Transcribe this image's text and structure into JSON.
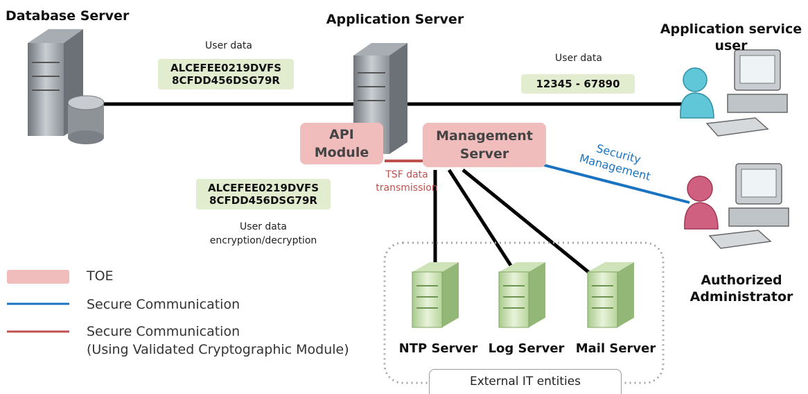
{
  "nodes": {
    "database_server": "Database Server",
    "application_server": "Application Server",
    "application_user_line1": "Application service",
    "application_user_line2": "user",
    "authorized_admin_line1": "Authorized",
    "authorized_admin_line2": "Administrator",
    "api_module_line1": "API",
    "api_module_line2": "Module",
    "management_server_line1": "Management",
    "management_server_line2": "Server",
    "ntp_server": "NTP Server",
    "log_server": "Log Server",
    "mail_server": "Mail Server",
    "external_entities": "External IT entities"
  },
  "edges": {
    "db_user_data_label": "User data",
    "db_user_data_line1": "ALCEFEE0219DVFS",
    "db_user_data_line2": "8CFDD456DSG79R",
    "app_user_data_label": "User data",
    "app_user_data_value": "12345 - 67890",
    "encrypted_line1": "ALCEFEE0219DVFS",
    "encrypted_line2": "8CFDD456DSG79R",
    "encrypt_caption_line1": "User data",
    "encrypt_caption_line2": "encryption/decryption",
    "tsf_line1": "TSF data",
    "tsf_line2": "transmission",
    "security_mgmt_line1": "Security",
    "security_mgmt_line2": "Management"
  },
  "legend": {
    "toe": "TOE",
    "secure": "Secure Communication",
    "secure_validated_line1": "Secure Communication",
    "secure_validated_line2": "(Using Validated Cryptographic Module)"
  },
  "colors": {
    "toe": "#f0bcbc",
    "secure_blue": "#1a73c0",
    "secure_red": "#c0504d",
    "data_tag": "#e2eccf"
  }
}
